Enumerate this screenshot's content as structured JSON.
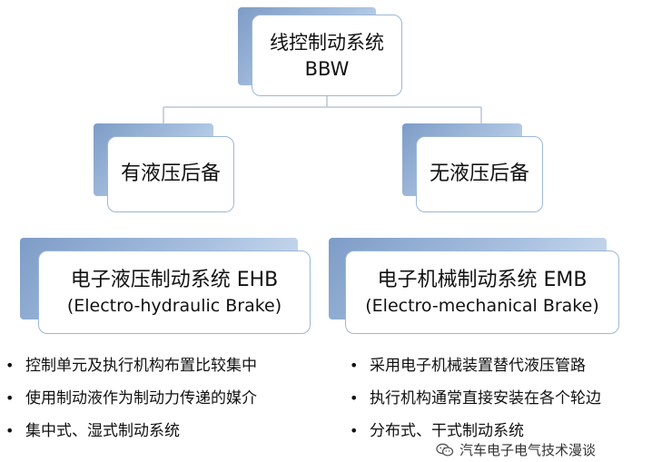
{
  "root": {
    "line1": "线控制动系统",
    "line2": "BBW"
  },
  "level2": [
    {
      "label": "有液压后备"
    },
    {
      "label": "无液压后备"
    }
  ],
  "level3": [
    {
      "line1": "电子液压制动系统 EHB",
      "line2": "(Electro-hydraulic Brake)"
    },
    {
      "line1": "电子机械制动系统 EMB",
      "line2": "(Electro-mechanical Brake)"
    }
  ],
  "bullets_left": [
    "控制单元及执行机构布置比较集中",
    "使用制动液作为制动力传递的媒介",
    "集中式、湿式制动系统"
  ],
  "bullets_right": [
    "采用电子机械装置替代液压管路",
    "执行机构通常直接安装在各个轮边",
    "分布式、干式制动系统"
  ],
  "watermark": {
    "text": "汽车电子电气技术漫谈",
    "icon": "wechat-icon"
  },
  "colors": {
    "shadow": "#7d9cc6",
    "border": "#9db7d6",
    "connector": "#b8c6d6"
  }
}
